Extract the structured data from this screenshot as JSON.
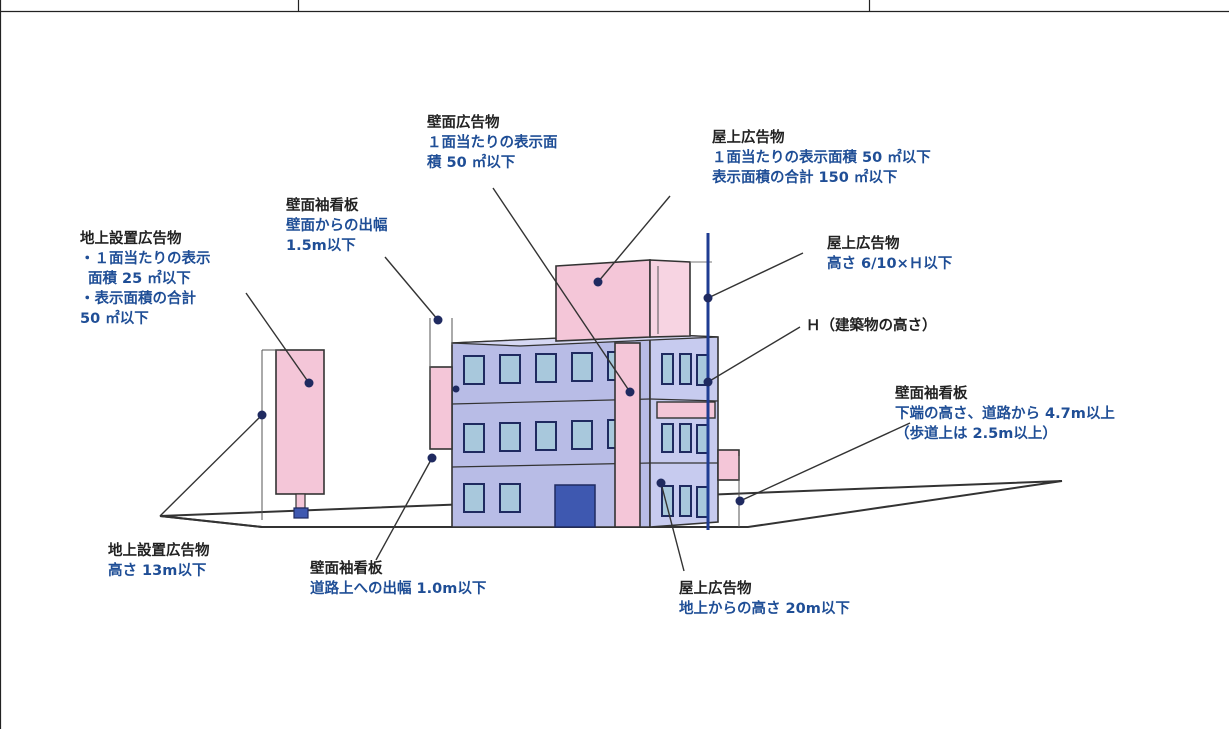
{
  "colors": {
    "label_title": "#222222",
    "label_detail": "#1f4e96",
    "building_body": "#b8bce6",
    "building_side": "#c7cbef",
    "sign_pink": "#f4c6d8",
    "window": "#a8c8dc",
    "door": "#3e58b0",
    "height_line": "#1f3c92",
    "leader": "#333333",
    "dot": "#1f2a60"
  },
  "labels": {
    "ground_sign_area": {
      "title": "地上設置広告物",
      "lines": [
        "・１面当たりの表示",
        "面積 25 ㎡以下",
        "・表示面積の合計",
        "50 ㎡以下"
      ]
    },
    "wall_projecting_width": {
      "title": "壁面袖看板",
      "lines": [
        "壁面からの出幅",
        "1.5m以下"
      ]
    },
    "wall_ad": {
      "title": "壁面広告物",
      "lines": [
        "１面当たりの表示面",
        "積 50 ㎡以下"
      ]
    },
    "rooftop_area": {
      "title": "屋上広告物",
      "lines": [
        "１面当たりの表示面積 50 ㎡以下",
        "表示面積の合計 150 ㎡以下"
      ]
    },
    "rooftop_height_ratio": {
      "title": "屋上広告物",
      "lines": [
        "高さ 6/10×Ｈ以下"
      ]
    },
    "building_height": {
      "title": "Ｈ（建築物の高さ）"
    },
    "wall_projecting_clearance": {
      "title": "壁面袖看板",
      "lines": [
        "下端の高さ、道路から 4.7m以上",
        "（歩道上は 2.5m以上）"
      ]
    },
    "ground_sign_height": {
      "title": "地上設置広告物",
      "lines": [
        "高さ 13m以下"
      ]
    },
    "wall_projecting_road": {
      "title": "壁面袖看板",
      "lines": [
        "道路上への出幅 1.0m以下"
      ]
    },
    "rooftop_ground_height": {
      "title": "屋上広告物",
      "lines": [
        "地上からの高さ 20m以下"
      ]
    }
  }
}
